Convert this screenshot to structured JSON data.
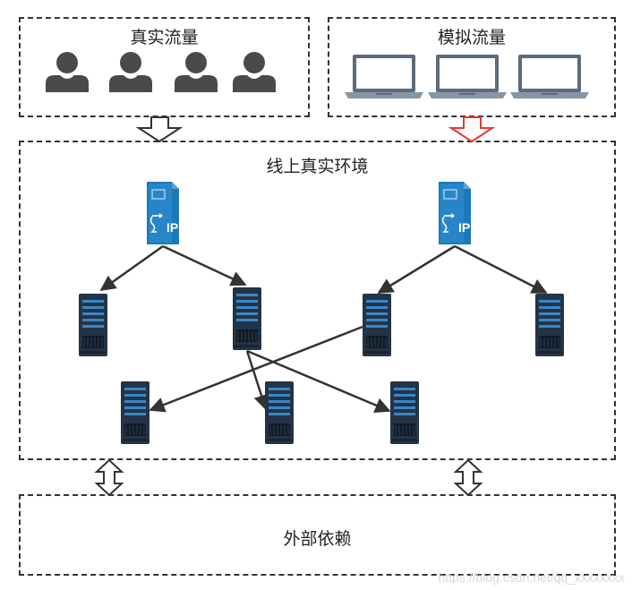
{
  "boxes": {
    "real_traffic": {
      "label": "真实流量"
    },
    "simulated_traffic": {
      "label": "模拟流量"
    },
    "online_env": {
      "label": "线上真实环境"
    },
    "external_deps": {
      "label": "外部依赖"
    }
  },
  "load_balancer": {
    "text": "IP"
  },
  "watermark": "https://blog.csdn.net/qq_xxxxxxxx",
  "colors": {
    "user_icon": "#4a4a4a",
    "server_body": "#243447",
    "server_stripe": "#3a86c8",
    "lb_body": "#1c79b8",
    "arrow": "#333333",
    "sim_arrow": "#e53935",
    "laptop": "#5b6b7a"
  }
}
